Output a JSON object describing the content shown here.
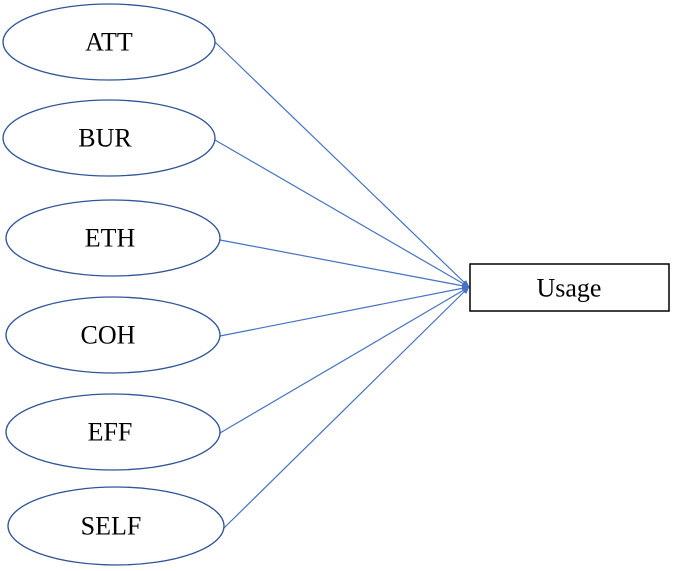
{
  "diagram": {
    "source_nodes": [
      {
        "label": "ATT"
      },
      {
        "label": "BUR"
      },
      {
        "label": "ETH"
      },
      {
        "label": "COH"
      },
      {
        "label": "EFF"
      },
      {
        "label": "SELF"
      }
    ],
    "target_node": {
      "label": "Usage"
    },
    "colors": {
      "edge": "#4472c4",
      "ellipse_stroke": "#2f5597",
      "box_stroke": "#000000",
      "text": "#000000"
    }
  }
}
